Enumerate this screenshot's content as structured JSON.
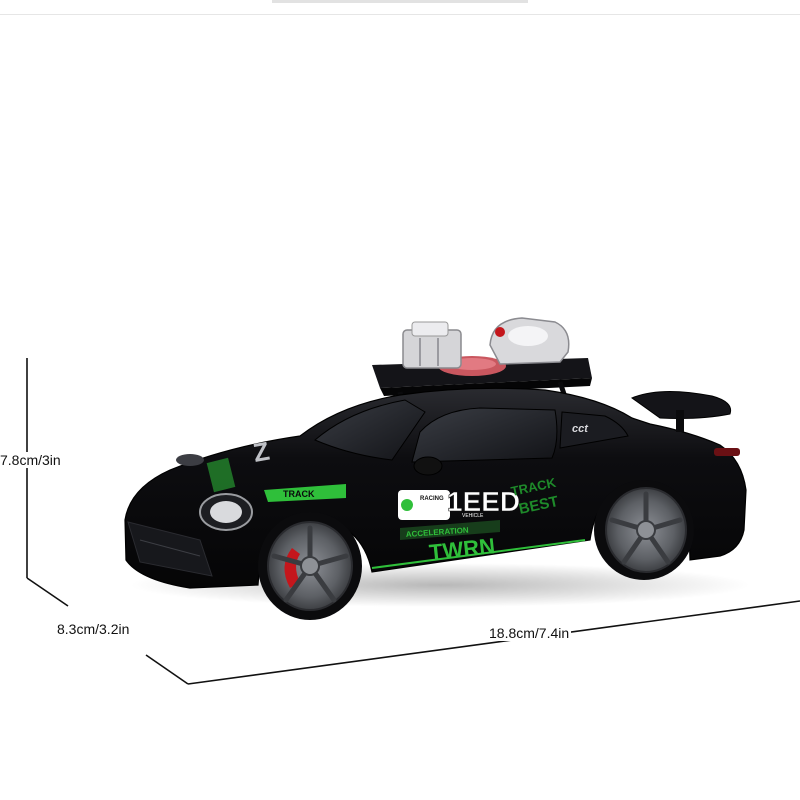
{
  "dimensions": {
    "height": "7.8cm/3in",
    "width": "8.3cm/3.2in",
    "length": "18.8cm/7.4in"
  },
  "decals": {
    "track_stripe": "TRACK",
    "door_number": "1EED",
    "racing_badge": "RACING",
    "vehicle_text": "VEHICLE",
    "track_graphic": "TRACK",
    "best_graphic": "BEST",
    "acceleration": "ACCELERATION",
    "turn_graphic": "TWRN",
    "window_logo": "cct",
    "hood_mark": "Z"
  },
  "colors": {
    "body": "#0b0b0d",
    "accent_green": "#2fbf3a",
    "brake": "#c4161c",
    "wheel": "#6b6e72"
  }
}
